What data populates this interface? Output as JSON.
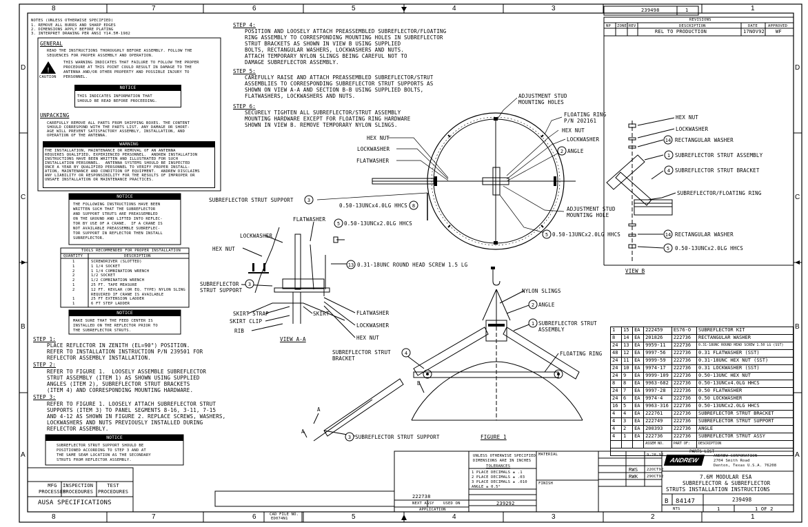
{
  "border": {
    "top_zones": [
      "8",
      "7",
      "6",
      "5",
      "4",
      "3",
      "2",
      "1"
    ],
    "side_zones": [
      "D",
      "C",
      "B",
      "A"
    ]
  },
  "drawing_no_top": "239498",
  "drawing_rev_top": "1",
  "revisions": {
    "title": "REVISIONS",
    "headers": [
      "NP",
      "ZONE",
      "REV",
      "DESCRIPTION",
      "DATE",
      "APPROVED"
    ],
    "rows": [
      {
        "desc": "REL TO PRODUCTION",
        "date": "17NOV92",
        "approved": "WF"
      }
    ]
  },
  "notes": {
    "title": "NOTES (UNLESS OTHERWISE SPECIFIED)",
    "lines": [
      "1. REMOVE ALL BURRS AND SHARP EDGES",
      "2. DIMENSIONS APPLY BEFORE PLATING",
      "3. INTERPRET DRAWING PER ANSI Y14.5M-1982"
    ]
  },
  "general": {
    "heading": "GENERAL",
    "text": [
      "READ THE INSTRUCTIONS THOROUGHLY BEFORE ASSEMBLY. FOLLOW THE",
      "SEQUENCES FOR PROPER ASSEMBLY AND OPERATION."
    ],
    "caution_label": "CAUTION",
    "caution_text": [
      "THIS WARNING INDICATES THAT FAILURE TO FOLLOW THE PROPER",
      "PROCEDURE AT THIS POINT COULD RESULT IN DAMAGE TO THE",
      "ANTENNA AND/OR OTHER PROPERTY AND POSSIBLE INJURY TO",
      "PERSONNEL."
    ],
    "notice_bar": "NOTICE",
    "notice_text": [
      "THIS INDICATES INFORMATION THAT",
      "SHOULD BE READ BEFORE PROCEEDING."
    ]
  },
  "unpacking": {
    "heading": "UNPACKING",
    "text": [
      "CAREFULLY REMOVE ALL PARTS FROM SHIPPING BOXES. THE CONTENT",
      "SHOULD CORRESPOND WITH THE PARTS LIST. ANY DAMAGE OR SHORT-",
      "AGE WILL PREVENT SATISFACTORY ASSEMBLY, INSTALLATION, AND",
      "OPERATION OF THE ANTENNA."
    ],
    "warning_bar": "WARNING",
    "warning_text": [
      "THE INSTALLATION, MAINTENANCE OR REMOVAL OF AN ANTENNA",
      "REQUIRES QUALIFIED, EXPERIENCED PERSONNEL.  ANDREW INSTALLATION",
      "INSTRUCTIONS HAVE BEEN WRITTEN AND ILLUSTRATED FOR SUCH",
      "INSTALLATION PERSONNEL.  ANTENNA SYSTEMS SHOULD BE INSPECTED",
      "ONCE A YEAR BY QUALIFIED PERSONNEL TO VERIFY PROPER INSTALL-",
      "ATION, MAINTENANCE AND CONDITION OF EQUIPMENT.  ANDREW DISCLAIMS",
      "ANY LIABILITY OR RESPONSIBILITY FOR THE RESULTS OF IMPROPER OR",
      "UNSAFE INSTALLATION OR MAINTENANCE PRACTICES."
    ]
  },
  "notice2": {
    "bar": "NOTICE",
    "text": [
      "THE FOLLOWING INSTRUCTIONS HAVE BEEN",
      "WRITTEN SUCH THAT THE SUBREFLECTOR",
      "AND SUPPORT STRUTS ARE PREASSEMBLED",
      "ON THE GROUND AND LIFTED INTO REFLEC-",
      "TOR BY USE OF A CRANE.  IF A CRANE IS",
      "NOT AVAILABLE PREASSEMBLE SUBREFLEC-",
      "TOR SUPPORT IN REFLECTOR THEN INSTALL",
      "SUBREFLECTOR."
    ]
  },
  "tools": {
    "title": "TOOLS RECOMMENDED FOR PROPER INSTALLATION",
    "headers": [
      "QUANTITY",
      "DESCRIPTION"
    ],
    "rows": [
      {
        "q": "1",
        "d": "SCREWDRIVER (SLOTTED)"
      },
      {
        "q": "1",
        "d": "1 1/4 SOCKET"
      },
      {
        "q": "2",
        "d": "1 1/4 COMBINATION WRENCH"
      },
      {
        "q": "2",
        "d": "1/2 SOCKET"
      },
      {
        "q": "2",
        "d": "1/2 COMBINATION WRENCH"
      },
      {
        "q": "1",
        "d": "25 FT. TAPE MEASURE"
      },
      {
        "q": "2",
        "d": "12 FT. KEVLAR (OR EQ. TYPE) NYLON SLING"
      },
      {
        "q": "",
        "d": "REQUIRED IF CRANE IS AVAILABLE"
      },
      {
        "q": "1",
        "d": "25 FT EXTENSION LADDER"
      },
      {
        "q": "1",
        "d": "6 FT STEP LADDER"
      }
    ]
  },
  "notice3": {
    "bar": "NOTICE",
    "text": [
      "MAKE SURE THAT THE FEED CENTER IS",
      "INSTALLED ON THE REFLECTOR PRIOR TO",
      "THE SUBREFLECTOR STRUTS."
    ]
  },
  "steps_left": [
    {
      "label": "STEP 1:",
      "lines": [
        "PLACE REFLECTOR IN ZENITH (EL=90°) POSITION.",
        "REFER TO INSTALLATION INSTRUCTION P/N 239501 FOR",
        "REFLECTOR ASSEMBLY INSTALLATION."
      ]
    },
    {
      "label": "STEP 2:",
      "lines": [
        "REFER TO FIGURE 1.  LOOSELY ASSEMBLE SUBREFLECTOR",
        "STRUT ASSEMBLY (ITEM 1) AS SHOWN USING SUPPLIED",
        "ANGLES (ITEM 2), SUBREFLECTOR STRUT BRACKETS",
        "(ITEM 4) AND CORRESPONDING MOUNTING HARDWARE."
      ]
    },
    {
      "label": "STEP 3:",
      "lines": [
        "REFER TO FIGURE 1. LOOSELY ATTACH SUBREFLECTOR STRUT",
        "SUPPORTS (ITEM 3) TO PANEL SEGMENTS 8-16, 3-11, 7-15",
        "AND 4-12 AS SHOWN IN FIGURE 2. REPLACE SCREWS, WASHERS,",
        "LOCKWASHERS AND NUTS PREVIOUSLY INSTALLED DURING",
        "REFLECTOR ASSEMBLY."
      ]
    }
  ],
  "notice4": {
    "bar": "NOTICE",
    "text": [
      "SUBREFLECTOR STRUT SUPPORT SHOULD BE",
      "POSITIONED ACCORDING TO STEP 3 AND AT",
      "THE SAME SEAM LOCATION AS THE SECONDARY",
      "STRUTS FROM REFLECTOR ASSEMBLY."
    ]
  },
  "steps_top": [
    {
      "label": "STEP 4:",
      "lines": [
        "POSITION AND LOOSELY ATTACH PREASSEMBLED SUBREFLECTOR/FLOATING",
        "RING ASSEMBLY TO CORRESPONDING MOUNTING HOLES IN SUBREFLECTOR",
        "STRUT BRACKETS AS SHOWN IN VIEW B USING SUPPLIED",
        "BOLTS, RECTANGULAR WASHERS, LOCKWASHERS AND NUTS.",
        "ATTACH TEMPORARY NYLON SLINGS BEING CAREFUL NOT TO",
        "DAMAGE SUBREFLECTOR ASSEMBLY."
      ]
    },
    {
      "label": "STEP 5:",
      "lines": [
        "CAREFULLY RAISE AND ATTACH PREASSEMBLED SUBREFLECTOR/STRUT",
        "ASSEMBLIES TO CORRESPONDING SUBREFLECTOR STRUT SUPPORTS AS",
        "SHOWN ON VIEW A-A AND SECTION B-B USING SUPPLIED BOLTS,",
        "FLATWASHERS, LOCKWASHERS AND NUTS."
      ]
    },
    {
      "label": "STEP 6:",
      "lines": [
        "SECURELY TIGHTEN ALL SUBREFLECTOR/STRUT ASSEMBLY",
        "MOUNTING HARDWARE EXCEPT FOR FLOATING RING HARDWARE",
        "SHOWN IN VIEW B. REMOVE TEMPORARY NYLON SLINGS."
      ]
    }
  ],
  "labels": {
    "adj_stud_holes": [
      "ADJUSTMENT STUD",
      "MOUNTING HOLES"
    ],
    "floating_ring": [
      "FLOATING RING",
      "P/N 202161"
    ],
    "hex_nut": "HEX NUT",
    "lockwasher": "LOCKWASHER",
    "angle": "ANGLE",
    "flatwasher": "FLATWASHER",
    "strut_support": "SUBREFLECTOR STRUT SUPPORT",
    "bolt_40": "0.50-13UNCx4.0LG HHCS",
    "adj_stud_hole": [
      "ADJUSTMENT STUD",
      "MOUNTING HOLE"
    ],
    "bolt_20": "0.50-13UNCx2.0LG HHCS",
    "screw_15": "0.31-18UNC ROUND HEAD SCREW 1.5 LG",
    "strut_support_2": [
      "SUBREFLECTOR",
      "STRUT SUPPORT"
    ],
    "skirt_strap": "SKIRT STRAP",
    "skirt_clip": "SKIRT CLIP",
    "rib": "RIB",
    "skirt": "SKIRT",
    "view_aa": "VIEW A-A",
    "nylon_slings": "NYLON SLINGS",
    "strut_assembly": [
      "SUBREFLECTOR STRUT",
      "ASSEMBLY"
    ],
    "strut_bracket": [
      "SUBREFLECTOR STRUT",
      "BRACKET"
    ],
    "floating_ring_2": "FLOATING RING",
    "figure_1": "FIGURE 1",
    "hex_nut_b": "HEX NUT",
    "lockwasher_b": "LOCKWASHER",
    "rect_washer": "RECTANGULAR WASHER",
    "strut_assembly_b": "SUBREFLECTOR STRUT ASSEMBLY",
    "strut_bracket_b": "SUBREFLECTOR STRUT BRACKET",
    "sub_floating_ring": "SUBREFLECTOR/FLOATING RING",
    "rect_washer_2": "RECTANGULAR WASHER",
    "bolt_20_b": "0.50-13UNCx2.0LG HHCS",
    "view_b": "VIEW B",
    "sec_a": "A",
    "sec_b": "B"
  },
  "balloons": {
    "b1": "1",
    "b2": "2",
    "b3": "3",
    "b4": "4",
    "b5": "5",
    "b8": "8",
    "b13": "13",
    "b14": "14"
  },
  "parts_list": {
    "title": "PARTS LIST",
    "headers": [
      "",
      "",
      "",
      "",
      "PART OF:",
      "DESCRIPTION"
    ],
    "header_mid": "ASSEM NO.",
    "rows": [
      [
        "1",
        "15",
        "EA",
        "222459",
        "ES76-O",
        "SUBREFLECTOR KIT"
      ],
      [
        "8",
        "14",
        "EA",
        "201826",
        "222736",
        "RECTANGULAR WASHER"
      ],
      [
        "24",
        "13",
        "EA",
        "9959-11",
        "222736",
        "0.31-18UNC ROUND HEAD SCREW 1.50 LG (SST)"
      ],
      [
        "48",
        "12",
        "EA",
        "9997-56",
        "222736",
        "0.31 FLATWASHER (SST)"
      ],
      [
        "24",
        "11",
        "EA",
        "9999-59",
        "222736",
        "0.31-18UNC HEX NUT (SST)"
      ],
      [
        "24",
        "10",
        "EA",
        "9974-17",
        "222736",
        "0.31 LOCKWASHER (SST)"
      ],
      [
        "24",
        "9",
        "EA",
        "9999-109",
        "222736",
        "0.50-13UNC HEX NUT"
      ],
      [
        "8",
        "8",
        "EA",
        "9963-682",
        "222736",
        "0.50-13UNCx4.0LG HHCS"
      ],
      [
        "24",
        "7",
        "EA",
        "9997-28",
        "222736",
        "0.50 FLATWASHER"
      ],
      [
        "24",
        "6",
        "EA",
        "9974-4",
        "222736",
        "0.50 LOCKWASHER"
      ],
      [
        "16",
        "5",
        "EA",
        "9963-316",
        "222736",
        "0.50-13UNCx2.0LG HHCS"
      ],
      [
        "4",
        "4",
        "EA",
        "222761",
        "222736",
        "SUBREFLECTOR STRUT BRACKET"
      ],
      [
        "4",
        "3",
        "EA",
        "222749",
        "222736",
        "SUBREFLECTOR STRUT SUPPORT"
      ],
      [
        "4",
        "2",
        "EA",
        "200393",
        "222736",
        "ANGLE"
      ],
      [
        "4",
        "1",
        "EA",
        "222736",
        "222736",
        "SUBREFLECTOR STRUT ASSY"
      ]
    ]
  },
  "left_table": {
    "cells": [
      "MFG\nPROCESSES",
      "INSPECTION\nPROCEDURES",
      "TEST\nPROCEDURES"
    ],
    "footer": "AUSA SPECIFICATIONS"
  },
  "title_block": {
    "tolerance_head": [
      "UNLESS OTHERWISE SPECIFIED",
      "DIMENSIONS ARE IN INCHES"
    ],
    "tolerances": "TOLERANCES",
    "tol_lines": [
      "1 PLACE DECIMALS ± .1",
      "2 PLACE DECIMALS ± .03",
      "3 PLACE DECIMALS ± .010",
      "ANGLE ± 0.5°"
    ],
    "material": "MATERIAL",
    "finish": "FINISH",
    "next_assy": "222738",
    "next_assy_label": "NEXT ASSY",
    "used_on": "USED ON",
    "application": "APPLICATION",
    "scale_to": "239292",
    "drawn": "RWS",
    "checked": "RWK",
    "date1": "9-28-92",
    "date2": "22OCT92",
    "date3": "29OCT92",
    "company": "ANDREW",
    "company_info": [
      "ANDREW CORPORATION",
      "2704 Smith Road",
      "Denton, Texas U.S.A. 76208"
    ],
    "title": [
      "7.6M MODULAR ESA",
      "SUBREFLECTOR & SUBREFLECTOR",
      "STRUTS INSTALLATION INSTRUCTIONS"
    ],
    "size": "B",
    "cage": "84147",
    "dwg_no": "239498",
    "scale": "NTS",
    "sheet": "1 OF 2",
    "rev": "1",
    "cad_file": "CAD FILE NO.",
    "cad_val": "ED074N1"
  }
}
